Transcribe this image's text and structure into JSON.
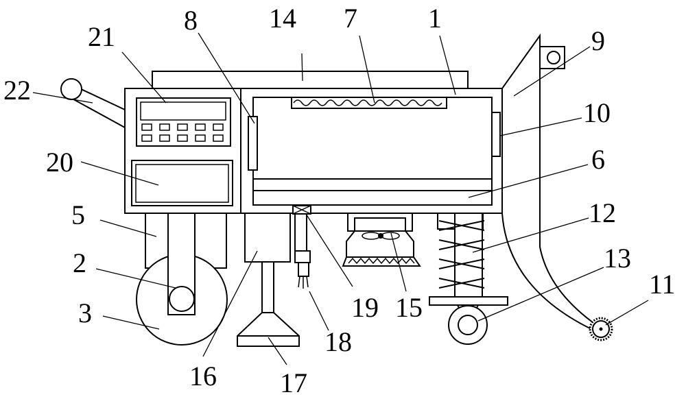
{
  "colors": {
    "line": "#000000",
    "background": "#ffffff"
  },
  "labels": {
    "p1": "1",
    "p2": "2",
    "p3": "3",
    "p5": "5",
    "p6": "6",
    "p7": "7",
    "p8": "8",
    "p9": "9",
    "p10": "10",
    "p11": "11",
    "p12": "12",
    "p13": "13",
    "p14": "14",
    "p15": "15",
    "p16": "16",
    "p17": "17",
    "p18": "18",
    "p19": "19",
    "p20": "20",
    "p21": "21",
    "p22": "22"
  }
}
